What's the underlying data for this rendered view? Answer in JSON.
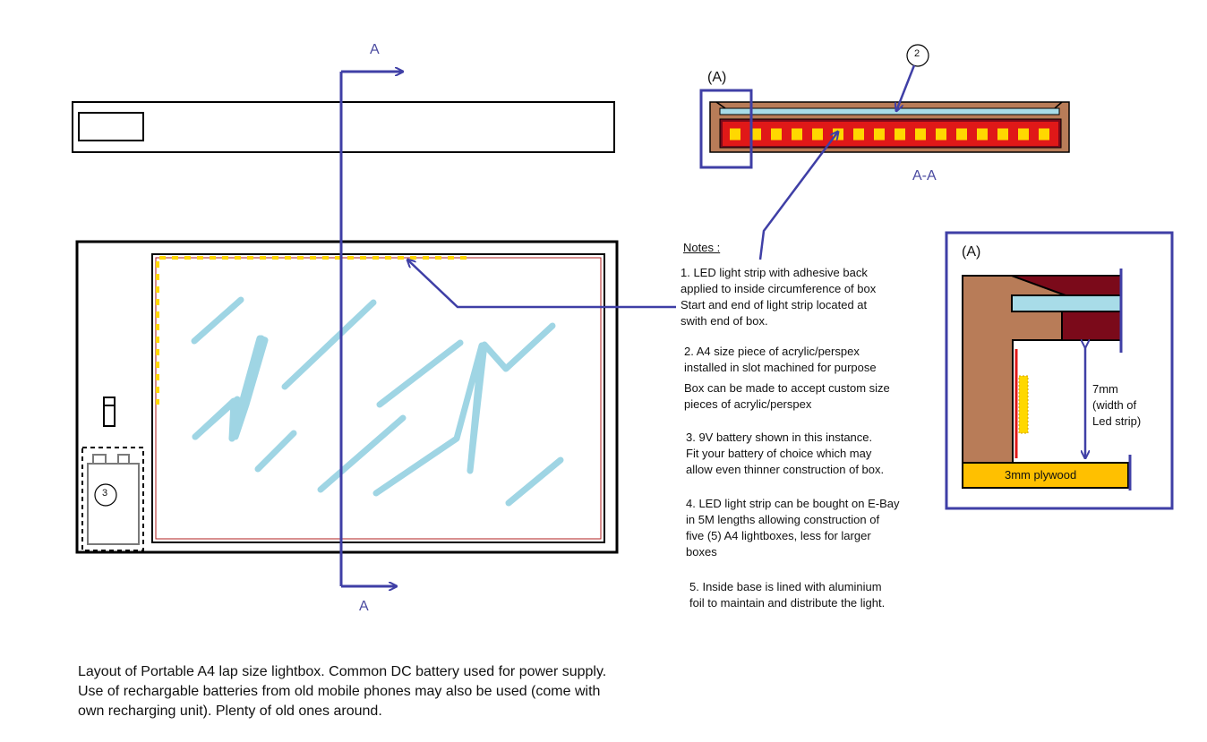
{
  "section_marks": {
    "top": "A",
    "bottom": "A"
  },
  "section_view_title": "A-A",
  "detail_marker": "(A)",
  "detail_view_title": "(A)",
  "callouts": {
    "acrylic": "2",
    "battery": "3"
  },
  "detail_labels": {
    "dimension": "7mm\n(width of\nLed strip)",
    "base": "3mm plywood"
  },
  "notes": {
    "heading": "Notes :",
    "items": [
      "1. LED light strip with adhesive back\napplied to inside circumference of box\nStart and end of light strip located at\nswith end of box.",
      "2. A4 size piece of acrylic/perspex\ninstalled in slot machined for purpose",
      "Box can be made to accept custom size\npieces of acrylic/perspex",
      "3. 9V battery shown in this instance.\nFit your battery of choice which may\nallow even thinner construction of box.",
      "4. LED light strip can be bought on E-Bay\nin 5M lengths allowing construction of\nfive (5) A4 lightboxes, less for larger\nboxes",
      "5. Inside base is lined with aluminium\nfoil to maintain and distribute the light."
    ]
  },
  "caption": "Layout of Portable A4 lap size lightbox. Common DC battery used for power supply.\nUse of rechargable batteries from old mobile phones may also be used (come with\nown recharging unit). Plenty of old ones around.",
  "colors": {
    "section_blue": "#3f3fa6",
    "wood": "#b87c58",
    "frame_dark": "#7b0a1a",
    "strip_red": "#e01818",
    "led_yellow": "#ffd800",
    "acrylic": "#a8dce8",
    "glass_sketch": "#9fd5e4",
    "plywood": "#ffc000"
  }
}
